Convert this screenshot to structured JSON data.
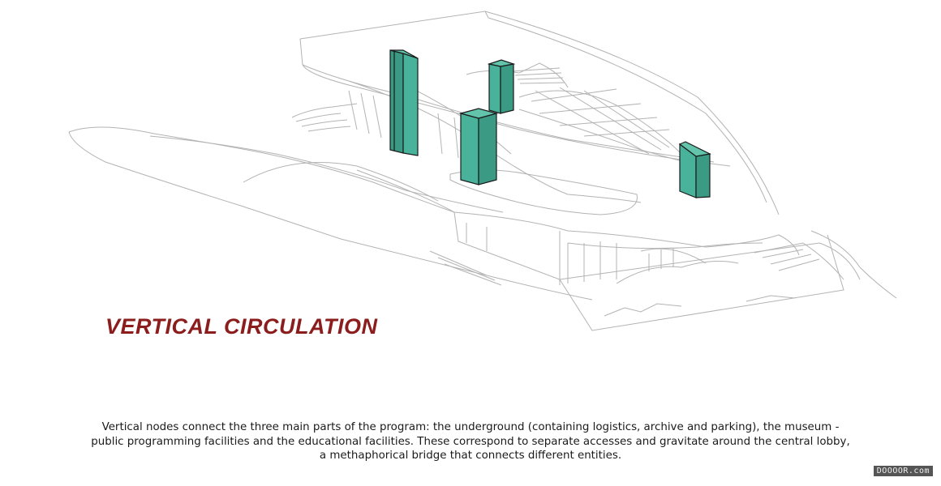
{
  "title": "VERTICAL CIRCULATION",
  "caption": [
    "Vertical nodes connect the  three main parts of the program: the underground (containing logistics, archive and parking), the museum -",
    "public programming facilities and the educational facilities. These correspond to separate accesses and gravitate around the central lobby,",
    "a methaphorical bridge that connects different entities."
  ],
  "watermark": "DOOOOR.com",
  "colors": {
    "title": "#8b1d1d",
    "core_face": "#48b39a",
    "core_side": "#3a9a83",
    "line": "#b0b0b0"
  }
}
